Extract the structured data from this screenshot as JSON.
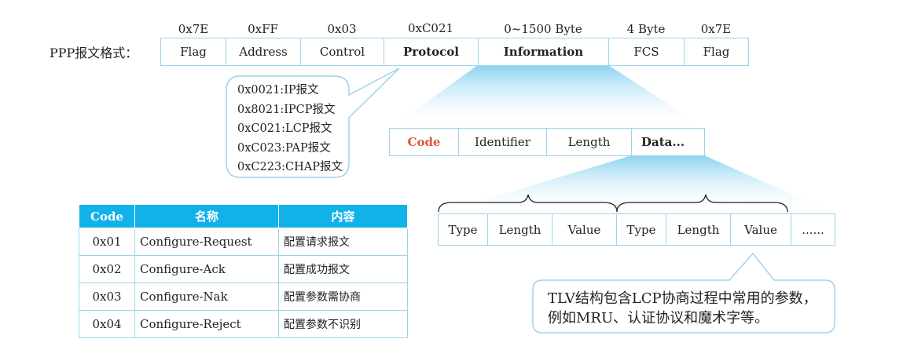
{
  "title": "PPP报文格式：",
  "frame": {
    "fields": [
      {
        "hex": "0x7E",
        "label": "Flag",
        "bold": false
      },
      {
        "hex": "0xFF",
        "label": "Address",
        "bold": false
      },
      {
        "hex": "0x03",
        "label": "Control",
        "bold": false
      },
      {
        "hex": "0xC021",
        "label": "Protocol",
        "bold": true
      },
      {
        "hex": "0~1500 Byte",
        "label": "Information",
        "bold": true
      },
      {
        "hex": "4 Byte",
        "label": "FCS",
        "bold": false
      },
      {
        "hex": "0x7E",
        "label": "Flag",
        "bold": false
      }
    ]
  },
  "protocol_callout": {
    "lines": [
      "0x0021:IP报文",
      "0x8021:IPCP报文",
      "0xC021:LCP报文",
      "0xC023:PAP报文",
      "0xC223:CHAP报文"
    ]
  },
  "lcp": {
    "fields": [
      "Code",
      "Identifier",
      "Length",
      "Data..."
    ]
  },
  "tlv": {
    "fields": [
      "Type",
      "Length",
      "Value",
      "Type",
      "Length",
      "Value",
      "......"
    ]
  },
  "tlv_callout": "TLV结构包含LCP协商过程中常用的参数，例如MRU、认证协议和魔术字等。",
  "code_table": {
    "headers": [
      "Code",
      "名称",
      "内容"
    ],
    "rows": [
      [
        "0x01",
        "Configure-Request",
        "配置请求报文"
      ],
      [
        "0x02",
        "Configure-Ack",
        "配置成功报文"
      ],
      [
        "0x03",
        "Configure-Nak",
        "配置参数需协商"
      ],
      [
        "0x04",
        "Configure-Reject",
        "配置参数不识别"
      ]
    ]
  },
  "colors": {
    "border": "#9ed4ea",
    "table_header": "#11b1ea",
    "highlight": "#e0583e",
    "fan_gradient": "#a9dcf2"
  }
}
